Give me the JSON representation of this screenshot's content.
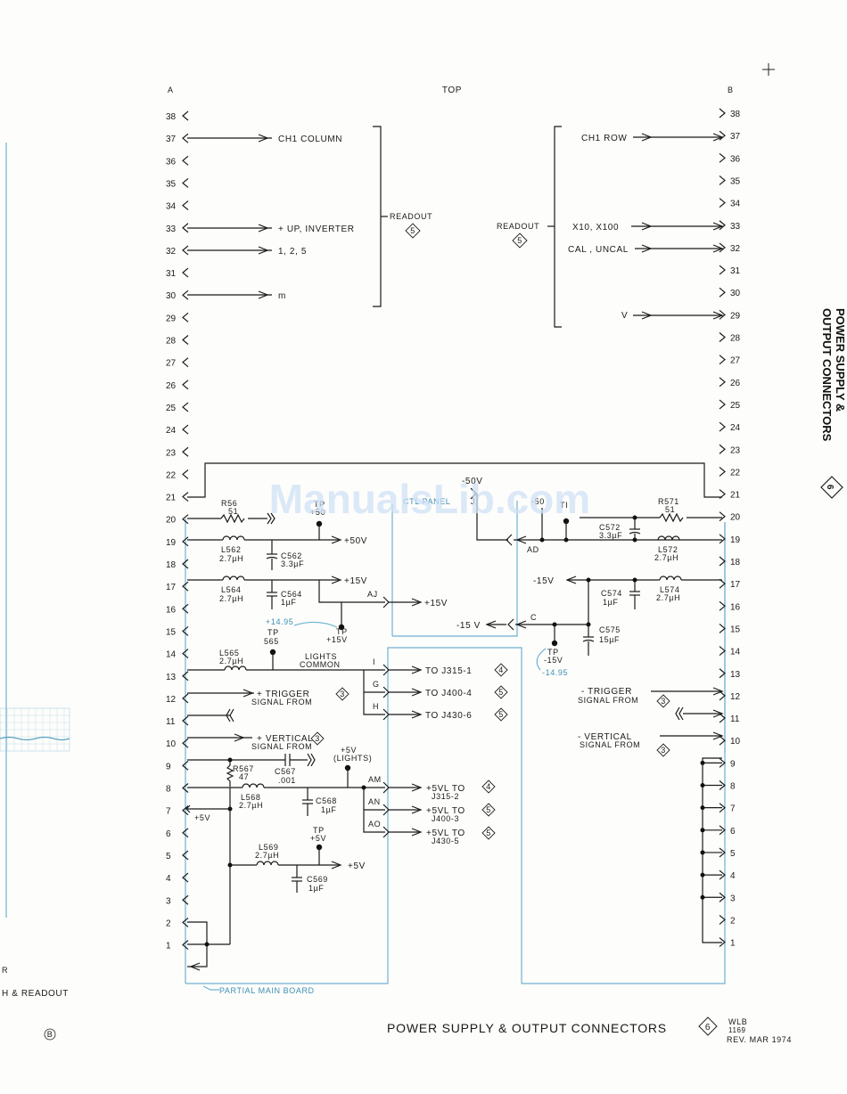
{
  "header": {
    "left": "A",
    "center": "TOP",
    "right": "B"
  },
  "pins_left": [
    "38",
    "37",
    "36",
    "35",
    "34",
    "33",
    "32",
    "31",
    "30",
    "29",
    "28",
    "27",
    "26",
    "25",
    "24",
    "23",
    "22",
    "21",
    "20",
    "19",
    "18",
    "17",
    "16",
    "15",
    "14",
    "13",
    "12",
    "11",
    "10",
    "9",
    "8",
    "7",
    "6",
    "5",
    "4",
    "3",
    "2",
    "1"
  ],
  "pins_right": [
    "38",
    "37",
    "36",
    "35",
    "34",
    "33",
    "32",
    "31",
    "30",
    "29",
    "28",
    "27",
    "26",
    "25",
    "24",
    "23",
    "22",
    "21",
    "20",
    "19",
    "18",
    "17",
    "16",
    "15",
    "14",
    "13",
    "12",
    "11",
    "10",
    "9",
    "8",
    "7",
    "6",
    "5",
    "4",
    "3",
    "2",
    "1"
  ],
  "readout_left": {
    "label": "READOUT",
    "ref": "5",
    "signals": [
      "CH1 COLUMN",
      "+ UP, INVERTER",
      "1, 2, 5",
      "m"
    ]
  },
  "readout_right": {
    "label": "READOUT",
    "ref": "5",
    "signals": [
      "CH1 ROW",
      "X10, X100",
      "CAL , UNCAL",
      "V"
    ]
  },
  "components": {
    "r56": "R56",
    "r56_val": "51",
    "tp_top": "TP",
    "tp_top_val": "+50",
    "l562": "L562",
    "l562_val": "2.7µH",
    "c562": "C562",
    "c562_val": "3.3µF",
    "v50": "+50V",
    "l564": "L564",
    "l564_val": "2.7µH",
    "v15a": "+15V",
    "c564": "C564",
    "c564_val": "1µF",
    "aj": "AJ",
    "v15b": "+15V",
    "meas_p1495": "+14.95",
    "tp_15": "TP",
    "tp_15_val": "+15V",
    "tp565": "TP",
    "tp565_val": "565",
    "l565": "L565",
    "l565_val": "2.7µH",
    "lights": "LIGHTS",
    "common": "COMMON",
    "tap_i": "I",
    "tap_g": "G",
    "tap_h": "H",
    "to_j315": "TO J315-1",
    "ref_j315": "4",
    "to_j400": "TO J400-4",
    "ref_j400": "5",
    "to_j430": "TO J430-6",
    "ref_j430": "5",
    "trig_l1": "+ TRIGGER",
    "trig_l2": "SIGNAL FROM",
    "trig_ref": "3",
    "vert_l1": "+ VERTICAL",
    "vert_l2": "SIGNAL FROM",
    "vert_ref": "3",
    "r567": "R567",
    "r567_val": "47",
    "c567": "C567",
    "c567_val": ".001",
    "v5_l1": "+5V",
    "v5_l2": "(LIGHTS)",
    "l568": "L568",
    "l568_val": "2.7µH",
    "c568": "C568",
    "c568_val": "1µF",
    "plus5_left": "+5V",
    "am": "AM",
    "an": "AN",
    "ao": "AO",
    "out1_a": "+5VL TO",
    "out1_b": "J315-2",
    "out1_ref": "4",
    "out2_a": "+5VL TO",
    "out2_b": "J400-3",
    "out2_ref": "5",
    "out3_a": "+5VL TO",
    "out3_b": "J430-5",
    "out3_ref": "5",
    "tp_5": "TP",
    "tp_5_val": "+5V",
    "l569": "L569",
    "l569_val": "2.7µH",
    "v5_out": "+5V",
    "c569": "C569",
    "c569_val": "1µF",
    "ctl_panel": "CTL PANEL",
    "m50v": "-50V",
    "tap_j": "J",
    "m50": "-50",
    "tp_m50": "TI",
    "r571": "R571",
    "r571_val": "51",
    "c572": "C572",
    "c572_val": "3.3µF",
    "ad": "AD",
    "l572": "L572",
    "l572_val": "2.7µH",
    "m15v": "-15V",
    "c574": "C574",
    "c574_val": "1µF",
    "l574": "L574",
    "l574_val": "2.7µH",
    "m15v_b": "-15 V",
    "tap_c": "C",
    "c575": "C575",
    "c575_val": "15µF",
    "tp_m15": "TP",
    "tp_m15_val": "-15V",
    "meas_m1495": "-14.95",
    "rtrig_l1": "- TRIGGER",
    "rtrig_l2": "SIGNAL FROM",
    "rtrig_ref": "3",
    "rvert_l1": "- VERTICAL",
    "rvert_l2": "SIGNAL FROM",
    "rvert_ref": "3"
  },
  "board_label": "PARTIAL MAIN BOARD",
  "footer": {
    "title": "POWER SUPPLY & OUTPUT CONNECTORS",
    "ref": "6",
    "initials": "WLB",
    "code": "1169",
    "rev": "REV. MAR 1974"
  },
  "side_tab": {
    "line1": "POWER SUPPLY &",
    "line2": "OUTPUT CONNECTORS",
    "ref": "6"
  },
  "margin_fragment": "H & READOUT",
  "margin_letter": "R",
  "page_mark": "B",
  "watermark": "ManualsLib.com"
}
